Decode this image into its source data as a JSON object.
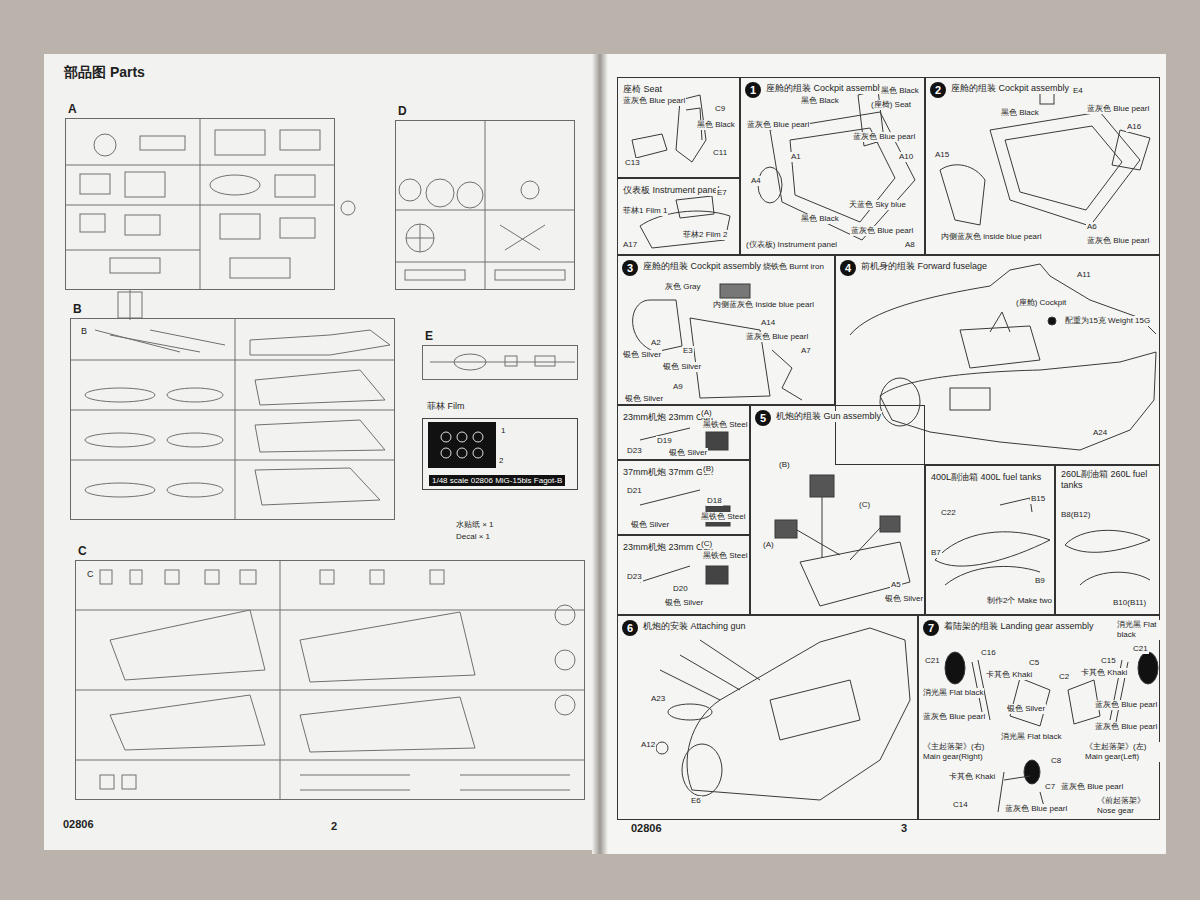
{
  "diagram": {
    "title": "部品图 Parts",
    "nodes": [
      {
        "text": [
          "A"
        ]
      },
      {
        "text": [
          "D"
        ]
      },
      {
        "text": [
          "B"
        ]
      },
      {
        "text": [
          "E"
        ]
      },
      {
        "text": [
          "菲林 Film",
          "1/48 scale 02806 MiG-15bis Fagot-B"
        ]
      },
      {
        "text": [
          "C"
        ]
      },
      {
        "text": [
          "座椅 Seat"
        ]
      },
      {
        "text": [
          "1",
          "座舱的组装 Cockpit assembly"
        ]
      },
      {
        "text": [
          "仪表板 Instrument panel"
        ]
      },
      {
        "text": [
          "2",
          "座舱的组装 Cockpit assembly"
        ]
      },
      {
        "text": [
          "3",
          "座舱的组装 Cockpit assembly"
        ]
      },
      {
        "text": [
          "4",
          "前机身的组装 Forward fuselage"
        ]
      },
      {
        "text": [
          "23mm机炮 23mm Gun"
        ]
      },
      {
        "text": [
          "37mm机炮 37mm Gun"
        ]
      },
      {
        "text": [
          "23mm机炮 23mm Gun"
        ]
      },
      {
        "text": [
          "5",
          "机炮的组装 Gun assembly"
        ]
      },
      {
        "text": [
          "400L副油箱 400L fuel tanks"
        ]
      },
      {
        "text": [
          "260L副油箱 260L fuel tanks"
        ]
      },
      {
        "text": [
          "6",
          "机炮的安装 Attaching gun"
        ]
      },
      {
        "text": [
          "7",
          "着陆架的组装 Landing gear assembly"
        ]
      }
    ],
    "labels": [
      "B",
      "C",
      "1",
      "2",
      "水贴纸 × 1",
      "Decal × 1",
      "02806",
      "2",
      "02806",
      "3",
      "蓝灰色 Blue pearl",
      "C9",
      "黑色 Black",
      "C11",
      "C13",
      "E7",
      "菲林1 Film 1",
      "菲林2 Film 2",
      "A17",
      "黑色 Black",
      "黑色 Black",
      "(座椅) Seat",
      "蓝灰色 Blue pearl",
      "蓝灰色 Blue pearl",
      "A1",
      "A10",
      "A4",
      "(仪表板) Instrument panel",
      "黑色 Black",
      "天蓝色 Sky blue",
      "蓝灰色 Blue pearl",
      "A8",
      "E4",
      "黑色 Black",
      "蓝灰色 Blue pearl",
      "A16",
      "A15",
      "内侧蓝灰色 inside blue pearl",
      "A6",
      "蓝灰色 Blue pearl",
      "烧铁色 Burnt iron",
      "灰色 Gray",
      "A14",
      "蓝灰色 Blue pearl",
      "内侧蓝灰色 Inside blue pearl",
      "A7",
      "A2",
      "银色 Silver",
      "E3",
      "银色 Silver",
      "A9",
      "银色 Silver",
      "A11",
      "(座舱) Cockpit",
      "配重为15克 Weight 15G",
      "A24",
      "(A)",
      "黑铁色 Steel",
      "D19",
      "D23",
      "银色 Silver",
      "(B)",
      "D21",
      "D18",
      "银色 Silver",
      "黑铁色 Steel",
      "(C)",
      "黑铁色 Steel",
      "D23",
      "D20",
      "银色 Silver",
      "(B)",
      "(A)",
      "(C)",
      "A5",
      "银色 Silver",
      "B15",
      "C22",
      "B7",
      "B9",
      "制作2个 Make two",
      "B8(B12)",
      "B10(B11)",
      "A23",
      "A12",
      "E6",
      "消光黑 Flat black",
      "C21",
      "C21",
      "C16",
      "卡其色 Khaki",
      "C5",
      "消光黑 Flat black",
      "蓝灰色 Blue pearl",
      "银色 Silver",
      "C2",
      "C15",
      "卡其色 Khaki",
      "蓝灰色 Blue pearl",
      "蓝灰色 Blue pearl",
      "消光黑 Flat black",
      "《主起落架》(右) Main gear(Right)",
      "《主起落架》(左) Main gear(Left)",
      "C8",
      "卡其色 Khaki",
      "C7",
      "蓝灰色 Blue pearl",
      "C14",
      "蓝灰色 Blue pearl",
      "《前起落架》 Nose gear"
    ]
  }
}
